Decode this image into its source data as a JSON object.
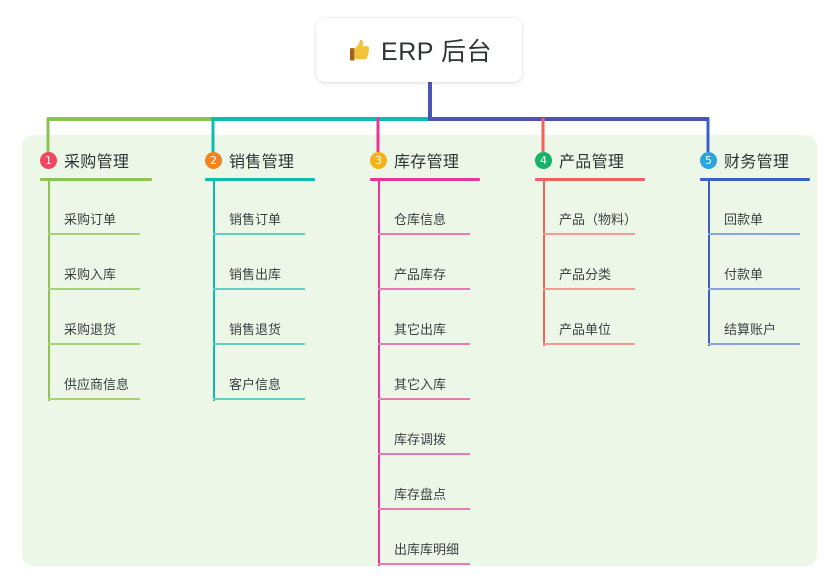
{
  "root": {
    "icon": "thumbs-up-icon",
    "title": "ERP 后台"
  },
  "theme": {
    "page_background": "#ffffff",
    "panel_background": "#edf7e8",
    "text_color": "#3c4043",
    "stem_color": "#4b55b5"
  },
  "connector": {
    "segments": [
      {
        "name": "green-segment",
        "color": "#8dc254"
      },
      {
        "name": "teal-segment",
        "color": "#13bfa6"
      },
      {
        "name": "indigo-segment",
        "color": "#4b55b5"
      }
    ]
  },
  "columns": [
    {
      "number": "1",
      "title": "采购管理",
      "badge_color": "#f0465e",
      "line_color": "#8dc254",
      "leaf_line_color": "#a8d277",
      "drop_color": "#8dc254",
      "items": [
        "采购订单",
        "采购入库",
        "采购退货",
        "供应商信息"
      ]
    },
    {
      "number": "2",
      "title": "销售管理",
      "badge_color": "#f3821f",
      "line_color": "#0ebcae",
      "leaf_line_color": "#62cec6",
      "drop_color": "#0ebcae",
      "items": [
        "销售订单",
        "销售出库",
        "销售退货",
        "客户信息"
      ]
    },
    {
      "number": "3",
      "title": "库存管理",
      "badge_color": "#f5b21b",
      "line_color": "#e8359a",
      "leaf_line_color": "#ea7ab4",
      "drop_color": "#e8359a",
      "items": [
        "仓库信息",
        "产品库存",
        "其它出库",
        "其它入库",
        "库存调拨",
        "库存盘点",
        "出库库明细"
      ]
    },
    {
      "number": "4",
      "title": "产品管理",
      "badge_color": "#16b364",
      "line_color": "#f4615c",
      "leaf_line_color": "#f59a95",
      "drop_color": "#f4615c",
      "items": [
        "产品（物料）",
        "产品分类",
        "产品单位"
      ]
    },
    {
      "number": "5",
      "title": "财务管理",
      "badge_color": "#2aa5e0",
      "line_color": "#3a5fc8",
      "leaf_line_color": "#8ba4e0",
      "drop_color": "#3a5fc8",
      "items": [
        "回款单",
        "付款单",
        "结算账户"
      ]
    }
  ]
}
